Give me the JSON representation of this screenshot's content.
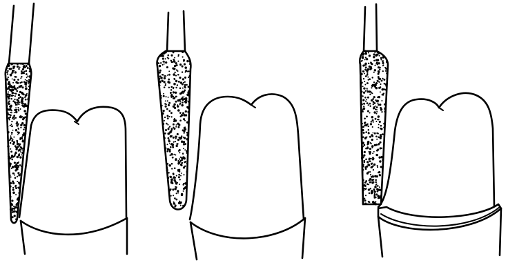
{
  "figure": {
    "panels": [
      {
        "id": "panel-1",
        "bur": "tapered-diamond-bur",
        "tooth": "tooth-crown"
      },
      {
        "id": "panel-2",
        "bur": "tapered-diamond-bur",
        "tooth": "tooth-crown"
      },
      {
        "id": "panel-3",
        "bur": "tapered-diamond-bur",
        "tooth": "tooth-crown-with-shoulder-finish-line"
      }
    ],
    "colors": {
      "ink": "#000000",
      "background": "#ffffff"
    }
  }
}
